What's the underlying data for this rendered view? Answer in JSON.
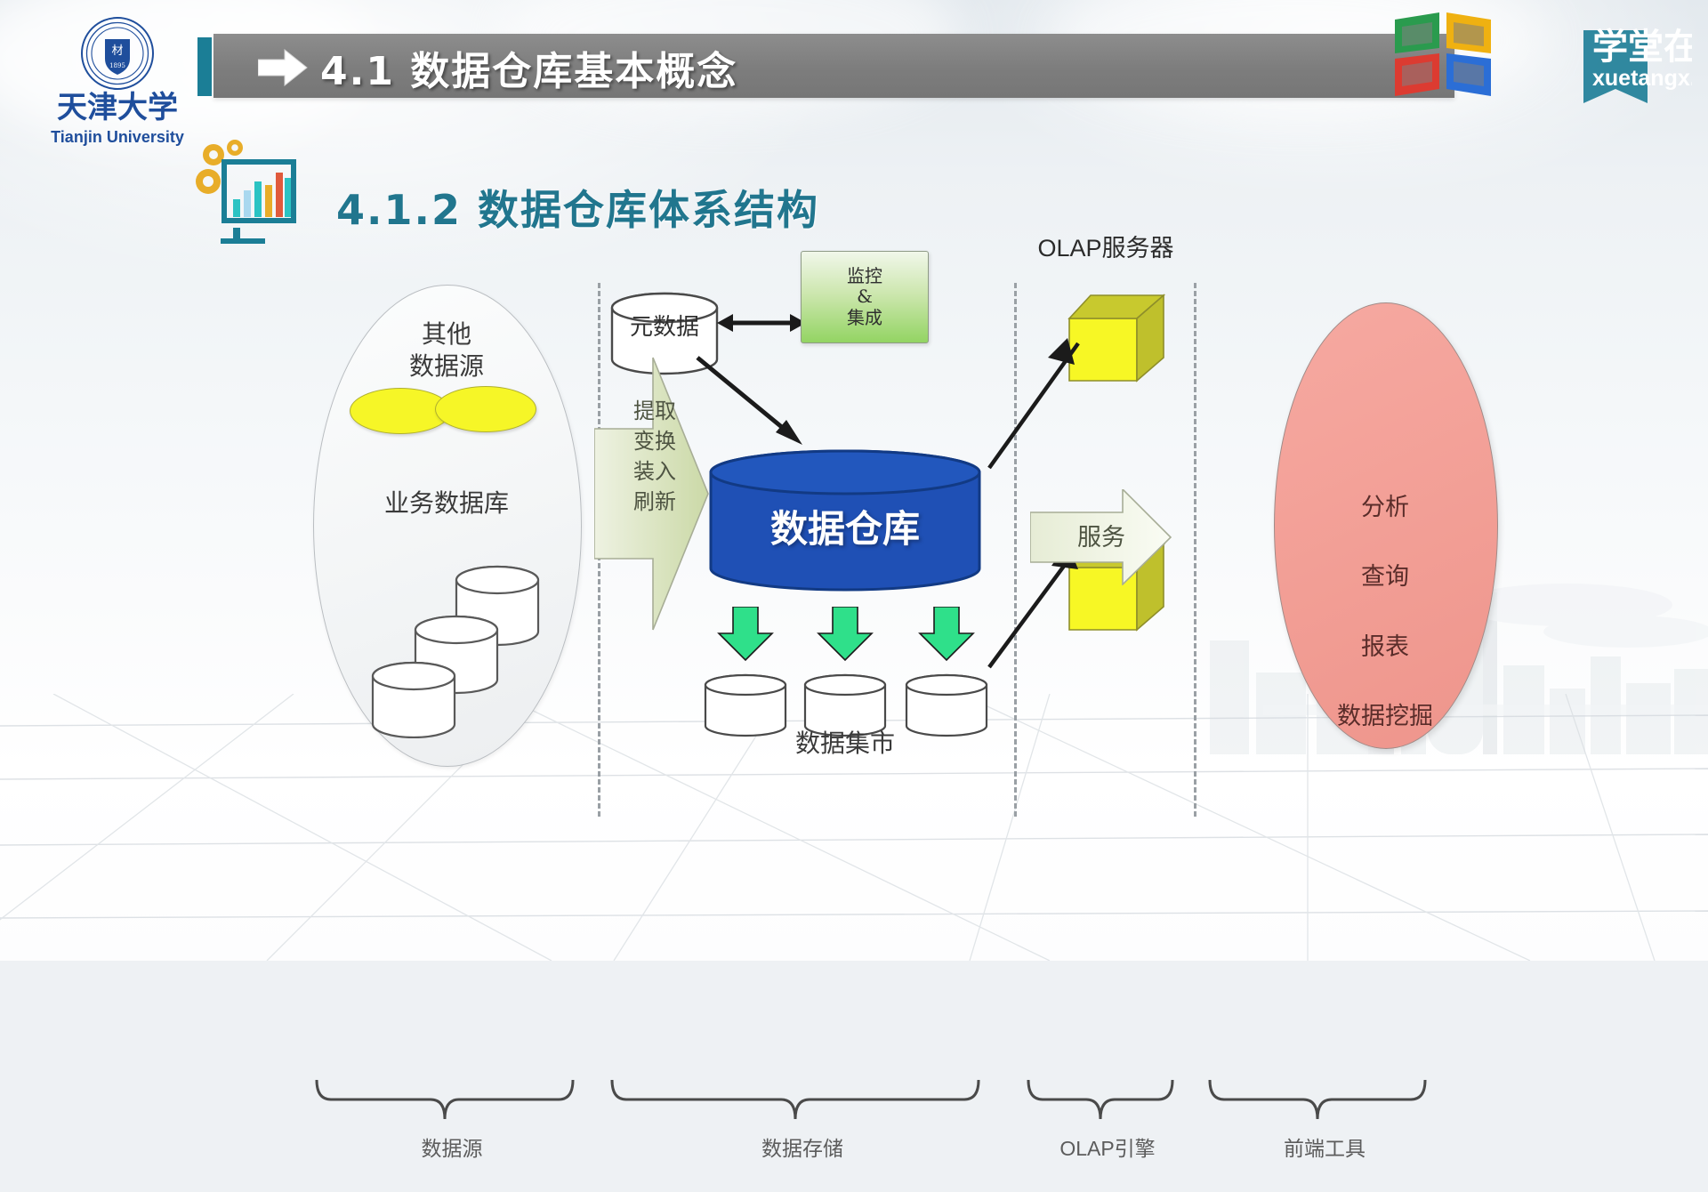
{
  "header": {
    "university_logo_name": "tianjin-university-logo",
    "university_cn": "天津大学",
    "university_en": "Tianjin University",
    "section_number": "4.1",
    "section_title": "数据仓库基本概念",
    "section_full": "4.1 数据仓库基本概念",
    "arrow_icon": "right-arrow-icon",
    "brand": {
      "name_cn": "学堂在线",
      "domain": "xuetangx.com"
    },
    "colors": {
      "title_bar": "#7d7d7d",
      "title_tab": "#1b7e96",
      "title_text": "#ffffff"
    }
  },
  "subtitle": {
    "number": "4.1.2",
    "title": "数据仓库体系结构",
    "full": "4.1.2 数据仓库体系结构",
    "icon": "chart-monitor-gears-icon",
    "color": "#21768e"
  },
  "diagram": {
    "title": "数据仓库体系结构",
    "source_zone": {
      "other_sources_label": "其他\n数据源",
      "business_db_label": "业务数据库",
      "shape_icon": "grey-ellipse-container",
      "yellow_ellipse_icon": "yellow-ellipse-icon",
      "cylinder_icon": "database-cylinder-icon",
      "yellow_color": "#f6f627"
    },
    "storage_zone": {
      "metadata_label": "元数据",
      "metadata_icon": "metadata-cylinder-icon",
      "monitor_integrate_lines": [
        "监控",
        "&",
        "集成"
      ],
      "monitor_integrate_label": "监控 & 集成",
      "monitor_box_color": "#93d463",
      "etl_lines": [
        "提取",
        "变换",
        "装入",
        "刷新"
      ],
      "etl_label": "提取 变换 装入 刷新",
      "etl_arrow_icon": "etl-chevron-arrow-icon",
      "warehouse_label": "数据仓库",
      "warehouse_icon": "data-warehouse-cylinder-icon",
      "warehouse_color": "#1f50b5",
      "mart_label": "数据集市",
      "mart_arrow_icon": "green-down-arrow-icon",
      "mart_arrow_color": "#2fe08a",
      "mart_cylinder_icon": "data-mart-cylinder-icon",
      "mart_count": 3
    },
    "olap_zone": {
      "server_label": "OLAP服务器",
      "cube_icon": "olap-cube-icon",
      "cube_color": "#f7f725",
      "cube_count": 2,
      "service_label": "服务",
      "service_arrow_icon": "service-right-arrow-icon"
    },
    "frontend_zone": {
      "ellipse_icon": "pink-ellipse-container",
      "ellipse_color": "#f29e95",
      "tool_lines": [
        "分析",
        "查询",
        "报表",
        "数据挖掘"
      ],
      "tools_label": "分析 查询 报表 数据挖掘"
    },
    "bottom_braces": [
      {
        "label": "数据源",
        "icon": "curly-brace-icon"
      },
      {
        "label": "数据存储",
        "icon": "curly-brace-icon"
      },
      {
        "label": "OLAP引擎",
        "icon": "curly-brace-icon"
      },
      {
        "label": "前端工具",
        "icon": "curly-brace-icon"
      }
    ]
  },
  "background": {
    "skyline_icon": "city-skyline-watermark",
    "grid_icon": "perspective-floor-grid"
  }
}
